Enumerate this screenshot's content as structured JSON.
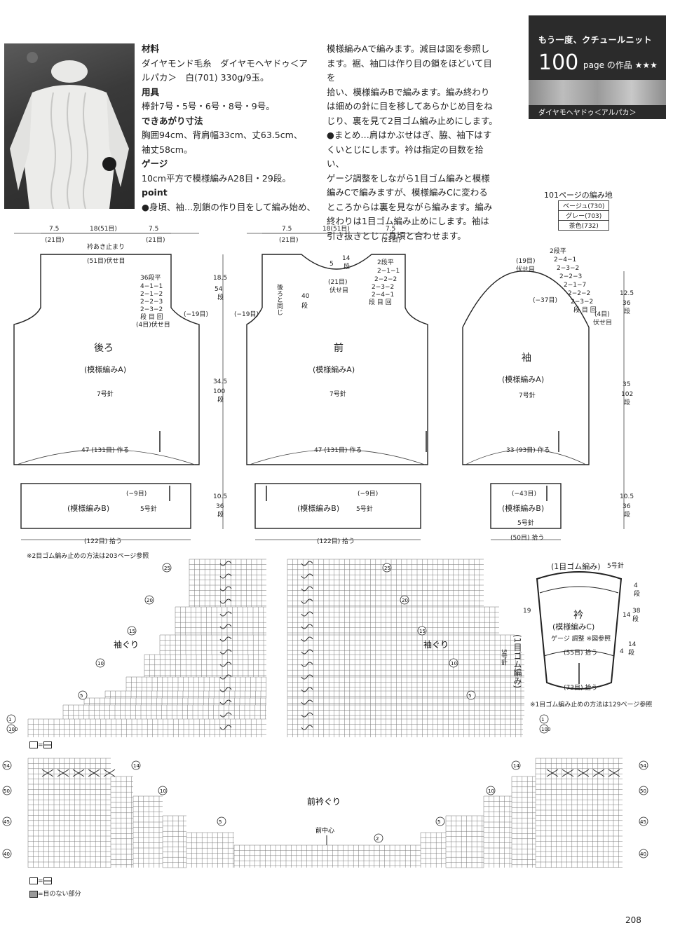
{
  "materials_col1": [
    {
      "text": "材料",
      "bold": true
    },
    {
      "text": "ダイヤモンド毛糸　ダイヤモヘヤドゥ＜ア",
      "bold": false
    },
    {
      "text": "ルパカ＞　白(701) 330g/9玉。",
      "bold": false
    },
    {
      "text": "用具",
      "bold": true
    },
    {
      "text": "棒針7号・5号・6号・8号・9号。",
      "bold": false
    },
    {
      "text": "できあがり寸法",
      "bold": true
    },
    {
      "text": "胸囲94cm、背肩幅33cm、丈63.5cm、",
      "bold": false
    },
    {
      "text": "袖丈58cm。",
      "bold": false
    },
    {
      "text": "ゲージ",
      "bold": true
    },
    {
      "text": "10cm平方で模様編みA28目・29段。",
      "bold": false
    },
    {
      "text": "point",
      "bold": true
    },
    {
      "text": "●身頃、袖…別鎖の作り目をして編み始め、",
      "bold": false
    }
  ],
  "materials_col2": [
    "模様編みAで編みます。減目は図を参照し",
    "ます。裾、袖口は作り目の鎖をほどいて目を",
    "拾い、模様編みBで編みます。編み終わり",
    "は細めの針に目を移してあらかじめ目をね",
    "じり、裏を見て2目ゴム編み止めにします。",
    "●まとめ…肩はかぶせはぎ、脇、袖下はす",
    "くいとじにします。衿は指定の目数を拾い、",
    "ゲージ調整をしながら1目ゴム編みと模様",
    "編みCで編みますが、模様編みCに変わる",
    "ところからは裏を見ながら編みます。編み",
    "終わりは1目ゴム編み止めにします。袖は",
    "引き抜きとじで身頃と合わせます。"
  ],
  "badge": {
    "title": "もう一度、クチュールニット",
    "number": "100",
    "page_label": "page の作品 ★★★",
    "yarn_name": "ダイヤモヘヤドゥ＜アルパカ＞"
  },
  "ref_title": "101ページの編み地",
  "ref_colors": [
    "ベージュ(730)",
    "グレー(703)",
    "茶色(732)"
  ],
  "back": {
    "top_dims": [
      "7.5",
      "18(51目)",
      "7.5"
    ],
    "top_sub": [
      "(21目)",
      "(21目)"
    ],
    "neck1": "衿あき止まり",
    "neck2": "(51目)伏せ目",
    "dec": [
      "36段平",
      "4−1−1",
      "2−1−2",
      "2−2−3",
      "2−3−2",
      "段 目 回",
      "(4目)伏せ目"
    ],
    "side": "(−19目)",
    "name": "後ろ",
    "pattern": "(模様編みA)",
    "needle": "7号針",
    "cast": "47 (131目) 作る",
    "rib_dec": "(−9目)",
    "rib": "(模様編みB)",
    "rib_needle": "5号針",
    "pick": "(122目) 拾う"
  },
  "back_vdims": {
    "v1": "18.5",
    "v1b": "54",
    "v1c": "段",
    "v2": "34.5",
    "v2b": "100",
    "v2c": "段",
    "v3": "10.5",
    "v3b": "36",
    "v3c": "段"
  },
  "front": {
    "top_dims": [
      "7.5",
      "18(51目)",
      "7.5"
    ],
    "top_sub": [
      "(21目)",
      "(21目)"
    ],
    "neck_a": "5",
    "neck_b": "14",
    "neck_c": "段",
    "neck2": "(21目)",
    "neck3": "伏せ目",
    "dec": [
      "2段平",
      "2−1−1",
      "2−2−2",
      "2−3−2",
      "2−4−1",
      "段 目 回"
    ],
    "same": "後ろと同じ",
    "d40": "40",
    "d40b": "段",
    "side": "(−19目)",
    "name": "前",
    "pattern": "(模様編みA)",
    "needle": "7号針",
    "cast": "47 (131目) 作る",
    "rib_dec": "(−9目)",
    "rib": "(模様編みB)",
    "rib_needle": "5号針",
    "pick": "(122目) 拾う"
  },
  "sleeve": {
    "top": "(19目)",
    "top2": "伏せ目",
    "dec": [
      "2段平",
      "2−4−1",
      "2−3−2",
      "2−2−3",
      "2−1−7",
      "2−2−2",
      "2−3−2",
      "段 目 回"
    ],
    "side": "(−37目)",
    "bottom_dec": "(4目)",
    "bottom_dec2": "伏せ目",
    "name": "袖",
    "pattern": "(模様編みA)",
    "needle": "7号針",
    "cast": "33 (93目) 作る",
    "rib_dec": "(−43目)",
    "rib": "(模様編みB)",
    "rib_needle": "5号針",
    "pick": "(50目) 拾う"
  },
  "sleeve_vdims": {
    "v1": "12.5",
    "v1b": "36",
    "v1c": "段",
    "v2": "35",
    "v2b": "102",
    "v2c": "段",
    "v3": "10.5",
    "v3b": "36",
    "v3c": "段"
  },
  "note1": "※2目ゴム編み止めの方法は203ページ参照",
  "armhole_label": "袖ぐり",
  "armhole_rows": [
    "25",
    "20",
    "15",
    "10",
    "5",
    "1",
    "100"
  ],
  "collar": {
    "top": "(1目ゴム編み)",
    "top_needle": "5号針",
    "name": "衿",
    "pattern": "(模様編みC)",
    "gauge": "ゲージ 調整 ※図参照",
    "pick1": "(55目) 拾う",
    "pick2": "(73目) 拾う",
    "left": "19",
    "r1": "4",
    "r1b": "段",
    "r2": "14",
    "r2b": "38",
    "r2c": "段",
    "r3": "14",
    "r3b": "段",
    "r4": "4",
    "side_label": "(1目ゴム編み)",
    "side_needle": "5号針",
    "note": "※1目ゴム編み止めの方法は129ページ参照"
  },
  "legend1": "=",
  "neck_label": "前衿ぐり",
  "center": "前中心",
  "neck_rows_left": [
    "54",
    "50",
    "45",
    "40"
  ],
  "neck_rows_right": [
    "54",
    "50",
    "45",
    "40"
  ],
  "neck_marks": [
    "14",
    "10",
    "5",
    "2"
  ],
  "legend2": "=",
  "legend3": "=目のない部分",
  "page_number": "208"
}
